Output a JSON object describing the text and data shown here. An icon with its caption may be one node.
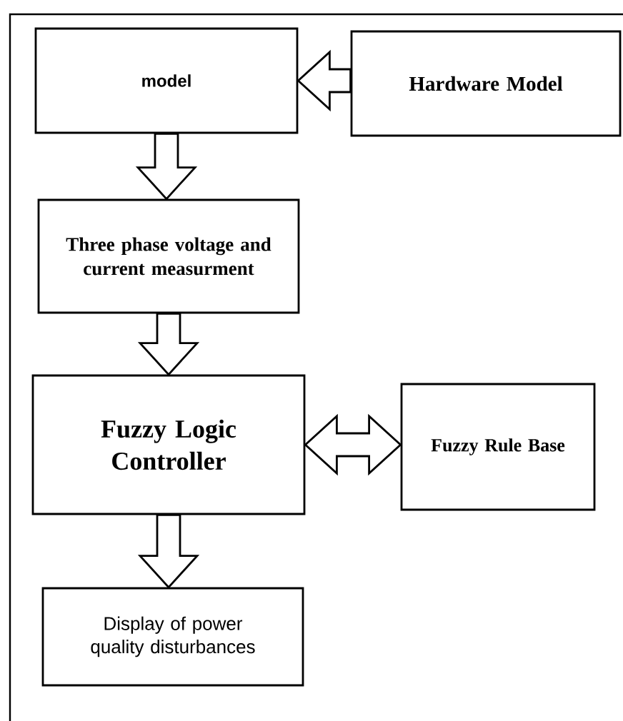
{
  "diagram": {
    "nodes": [
      {
        "text": [
          "model"
        ]
      },
      {
        "text": [
          "Hardware Model"
        ]
      },
      {
        "text": [
          "Three phase voltage and current measurment"
        ]
      },
      {
        "text": [
          "Fuzzy Logic Controller"
        ]
      },
      {
        "text": [
          "Fuzzy Rule Base"
        ]
      },
      {
        "text": [
          "Display of power quality disturbances"
        ]
      }
    ],
    "edges": [
      {
        "from": 1,
        "to": 0,
        "arrow": "to"
      },
      {
        "from": 0,
        "to": 2,
        "arrow": "to"
      },
      {
        "from": 2,
        "to": 3,
        "arrow": "to"
      },
      {
        "from": 3,
        "to": 4,
        "arrow": "both"
      },
      {
        "from": 3,
        "to": 5,
        "arrow": "to"
      }
    ]
  }
}
